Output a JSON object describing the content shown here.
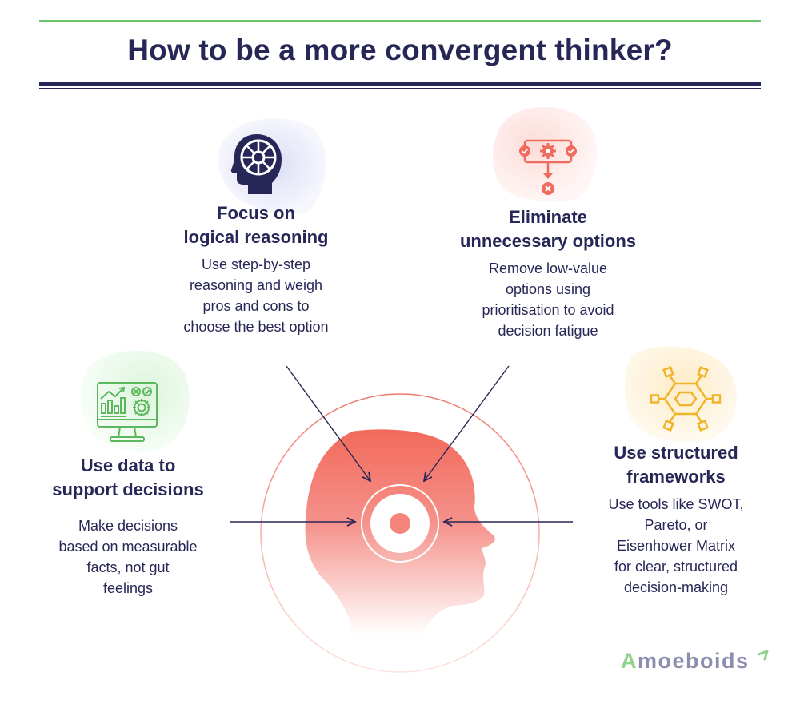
{
  "title": "How to be a more convergent thinker?",
  "colors": {
    "navy": "#272757",
    "green_rule": "#6cc46c",
    "salmon": "#f26a5b",
    "icon_green": "#5cb85c",
    "icon_yellow": "#f0b429",
    "icon_red": "#ef6b5e"
  },
  "tips": [
    {
      "id": "logical-reasoning",
      "icon": "head-brain-icon",
      "heading_line1": "Focus on",
      "heading_line2": "logical reasoning",
      "desc_lines": [
        "Use step-by-step",
        "reasoning and weigh",
        "pros and cons to",
        "choose the best option"
      ]
    },
    {
      "id": "eliminate-options",
      "icon": "flow-eliminate-icon",
      "heading_line1": "Eliminate",
      "heading_line2": "unnecessary options",
      "desc_lines": [
        "Remove low-value",
        "options using",
        "prioritisation to avoid",
        "decision fatigue"
      ]
    },
    {
      "id": "data-decisions",
      "icon": "monitor-chart-icon",
      "heading_line1": "Use data to",
      "heading_line2": "support decisions",
      "desc_lines": [
        "Make decisions",
        "based on measurable",
        "facts, not gut",
        "feelings"
      ]
    },
    {
      "id": "structured-frameworks",
      "icon": "hexagon-network-icon",
      "heading_line1": "Use structured",
      "heading_line2": "frameworks",
      "desc_lines": [
        "Use tools like SWOT,",
        "Pareto, or",
        "Eisenhower Matrix",
        "for clear, structured",
        "decision-making"
      ]
    }
  ],
  "brand": {
    "logo_first": "A",
    "logo_rest": "moeboids"
  }
}
